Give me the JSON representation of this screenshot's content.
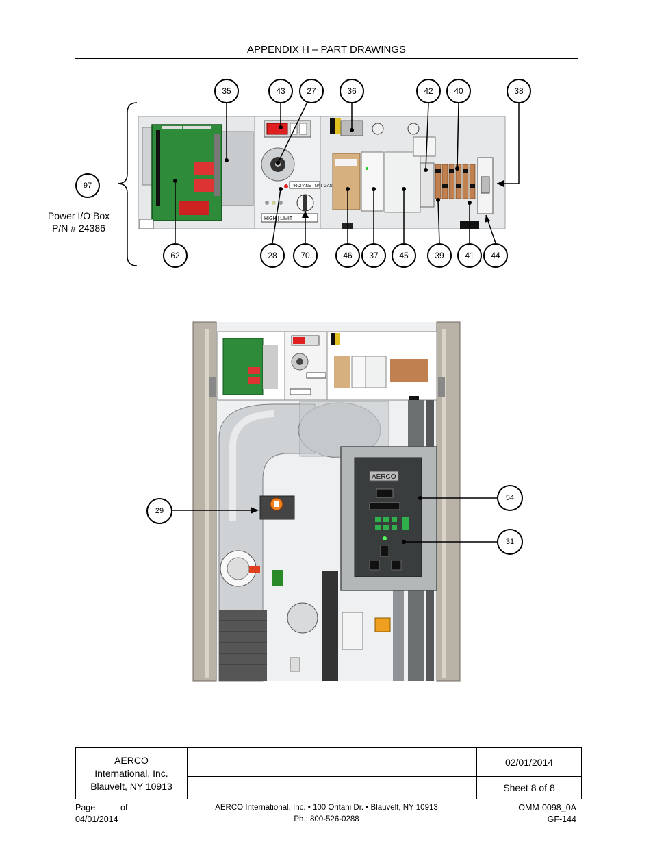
{
  "header": {
    "title": "APPENDIX H – PART DRAWINGS"
  },
  "power_box": {
    "label_line1": "Power I/O Box",
    "label_line2": "P/N # 24386"
  },
  "top_callouts": [
    "35",
    "43",
    "27",
    "36",
    "42",
    "40",
    "38",
    "97",
    "62",
    "28",
    "70",
    "46",
    "37",
    "45",
    "39",
    "41",
    "44"
  ],
  "bottom_callouts": [
    "29",
    "54",
    "31"
  ],
  "panel_text": {
    "propane": "PROPANE",
    "nat_gas": "NAT GAS",
    "high_limit": "HIGH LIMIT",
    "brand": "AERCO"
  },
  "title_block": {
    "company_line1": "AERCO",
    "company_line2": "International, Inc.",
    "company_line3": "Blauvelt, NY 10913",
    "date": "02/01/2014",
    "sheet": "Sheet 8 of 8"
  },
  "footer": {
    "page_label": "Page",
    "of_label": "of",
    "date": "04/01/2014",
    "address": "AERCO International, Inc. • 100 Oritani Dr. • Blauvelt, NY 10913",
    "phone": "Ph.: 800-526-0288",
    "doc_number": "OMM-0098_0A",
    "model": "GF-144"
  },
  "colors": {
    "pcb_green": "#2e8b3a",
    "display_red": "#e02020",
    "panel_grey": "#b4b7b8",
    "frame_tan": "#b9b2a6"
  }
}
